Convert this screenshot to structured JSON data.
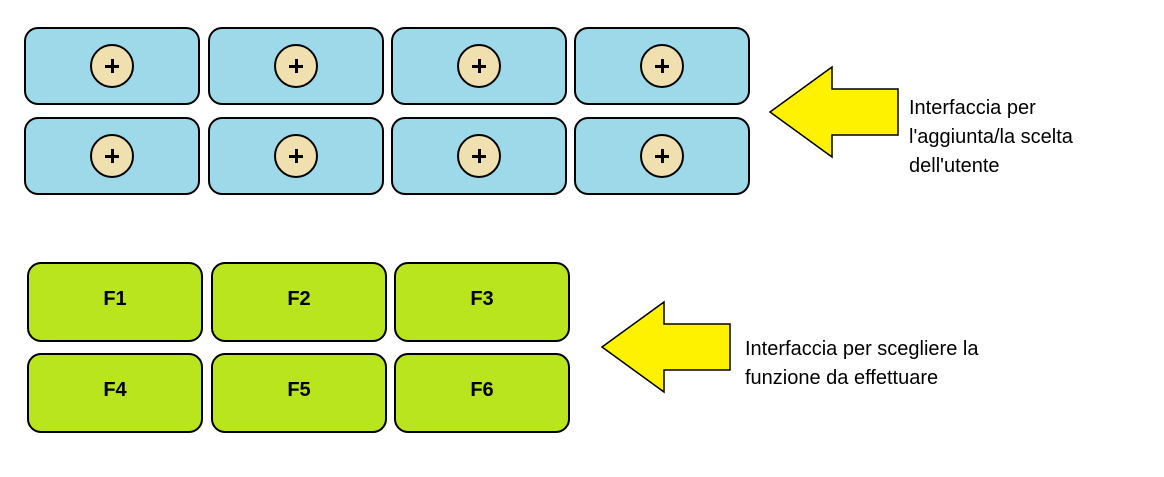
{
  "user_grid": {
    "cells": [
      {
        "icon": "plus-icon"
      },
      {
        "icon": "plus-icon"
      },
      {
        "icon": "plus-icon"
      },
      {
        "icon": "plus-icon"
      },
      {
        "icon": "plus-icon"
      },
      {
        "icon": "plus-icon"
      },
      {
        "icon": "plus-icon"
      },
      {
        "icon": "plus-icon"
      }
    ]
  },
  "user_caption": {
    "lines": [
      "Interfaccia per",
      "l'aggiunta/la scelta",
      "dell'utente"
    ]
  },
  "function_grid": {
    "buttons": [
      "F1",
      "F2",
      "F3",
      "F4",
      "F5",
      "F6"
    ]
  },
  "function_caption": {
    "lines": [
      "Interfaccia per scegliere la",
      "funzione da effettuare"
    ]
  },
  "colors": {
    "user_tile": "#9dd9e8",
    "plus_circle": "#f0e0b0",
    "function_tile": "#b8e51e",
    "arrow": "#fff200"
  }
}
